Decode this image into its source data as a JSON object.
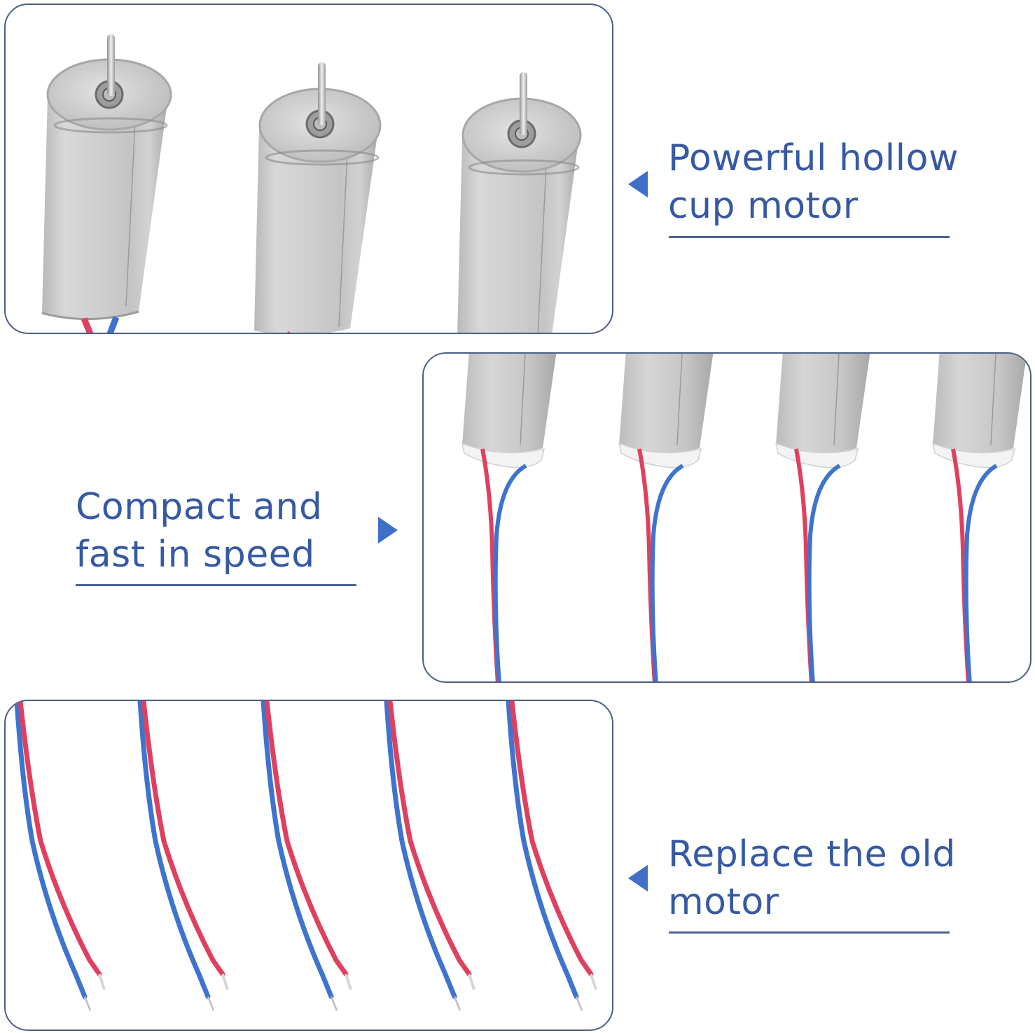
{
  "colors": {
    "text": "#3559a4",
    "accent_arrow": "#3f6fc6",
    "panel_border": "#4b5f86",
    "wire_red": "#e0405f",
    "wire_blue": "#3e73cf",
    "motor_silver": "#c9c9c9"
  },
  "features": [
    {
      "id": "top",
      "caption_lines": [
        "Powerful hollow",
        "cup motor"
      ],
      "arrow_icon": "triangle-left-icon",
      "image_subject": "motor-tops-with-shafts"
    },
    {
      "id": "middle",
      "caption_lines": [
        "Compact and",
        "fast in speed"
      ],
      "arrow_icon": "triangle-right-icon",
      "image_subject": "motor-bottoms-with-wires"
    },
    {
      "id": "bottom",
      "caption_lines": [
        "Replace the old",
        "motor"
      ],
      "arrow_icon": "triangle-left-icon",
      "image_subject": "stripped-wire-leads"
    }
  ]
}
